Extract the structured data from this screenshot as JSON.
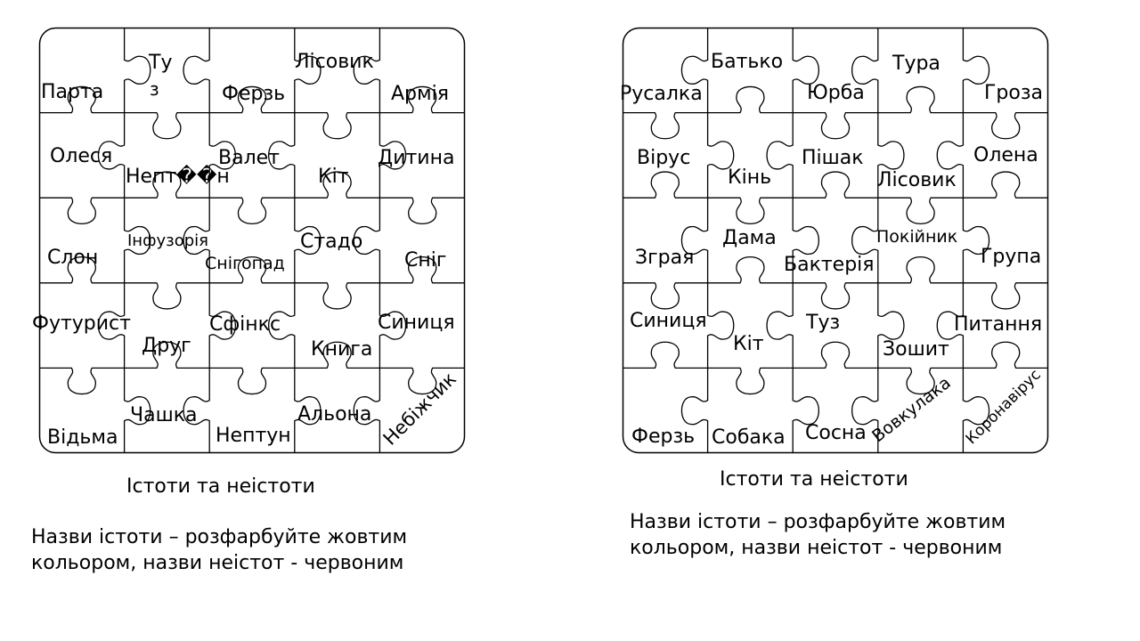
{
  "left_puzzle": {
    "words": [
      "Парта",
      "Ту",
      "з",
      "Ферзь",
      "Лісовик",
      "Армія",
      "Олеся",
      "Непт��н",
      "Валет",
      "Кіт",
      "Дитина",
      "Слон",
      "Інфузорія",
      "Снігопад",
      "Стадо",
      "Сніг",
      "Футурист",
      "Друг",
      "Сфінкс",
      "Книга",
      "Синиця",
      "Відьма",
      "Чашка",
      "Нептун",
      "Альона",
      "Небіжчик"
    ],
    "caption": "Істоти та неістоти",
    "instruction": [
      "Назви істоти – розфарбуйте  жовтим",
      "кольором, назви неістот - червоним"
    ]
  },
  "right_puzzle": {
    "words": [
      "Русалка",
      "Батько",
      "Юрба",
      "Тура",
      "Гроза",
      "Вірус",
      "Кінь",
      "Пішак",
      "Лісовик",
      "Олена",
      "Зграя",
      "Дама",
      "Бактерія",
      "Покійник",
      "Група",
      "Синиця",
      "Кіт",
      "Туз",
      "Зошит",
      "Питання",
      "Ферзь",
      "Собака",
      "Сосна",
      "Вовкулака",
      "Коронавірус"
    ],
    "caption": "Істоти та неістоти",
    "instruction": [
      "Назви істоти – розфарбуйте  жовтим",
      "кольором, назви неістот - червоним"
    ]
  }
}
